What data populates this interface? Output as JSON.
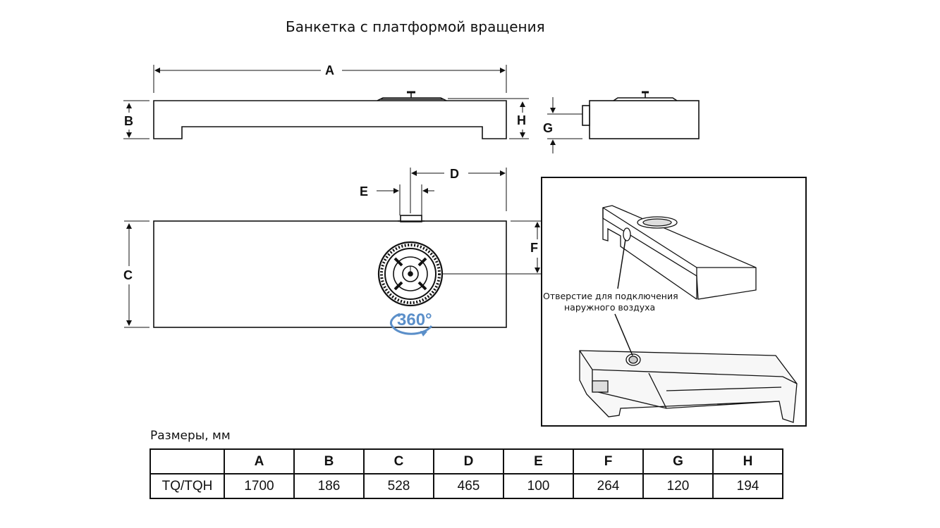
{
  "title": "Банкетка с платформой вращения",
  "dimension_labels": {
    "A": "A",
    "B": "B",
    "C": "C",
    "D": "D",
    "E": "E",
    "F": "F",
    "G": "G",
    "H": "H"
  },
  "rotation_label": "360°",
  "callout": {
    "line1": "Отверстие для подключения",
    "line2": "наружного воздуха"
  },
  "table": {
    "caption": "Размеры, мм",
    "headers": [
      "",
      "A",
      "B",
      "C",
      "D",
      "E",
      "F",
      "G",
      "H"
    ],
    "rows": [
      [
        "TQ/TQH",
        "1700",
        "186",
        "528",
        "465",
        "100",
        "264",
        "120",
        "194"
      ]
    ]
  },
  "colors": {
    "line": "#111111",
    "rotation_accent": "#5b8fc9"
  }
}
